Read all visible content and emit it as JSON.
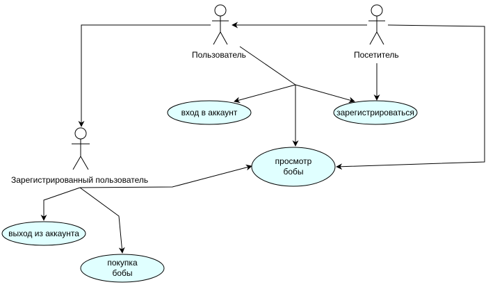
{
  "diagram": {
    "actors": {
      "user": {
        "label": "Пользователь"
      },
      "visitor": {
        "label": "Посетитель"
      },
      "registered_user": {
        "label": "Зарегистрированный пользователь"
      }
    },
    "use_cases": {
      "login": {
        "label": "вход в аккаунт"
      },
      "register": {
        "label": "зарегистрироваться"
      },
      "view_beans": {
        "label": "просмотр\nбобы"
      },
      "logout": {
        "label": "выход из аккаунта"
      },
      "buy_beans": {
        "label": "покупка\nбобы"
      }
    },
    "colors": {
      "use_case_fill": "#e0ffff",
      "stroke": "#000000",
      "background": "#ffffff"
    }
  }
}
